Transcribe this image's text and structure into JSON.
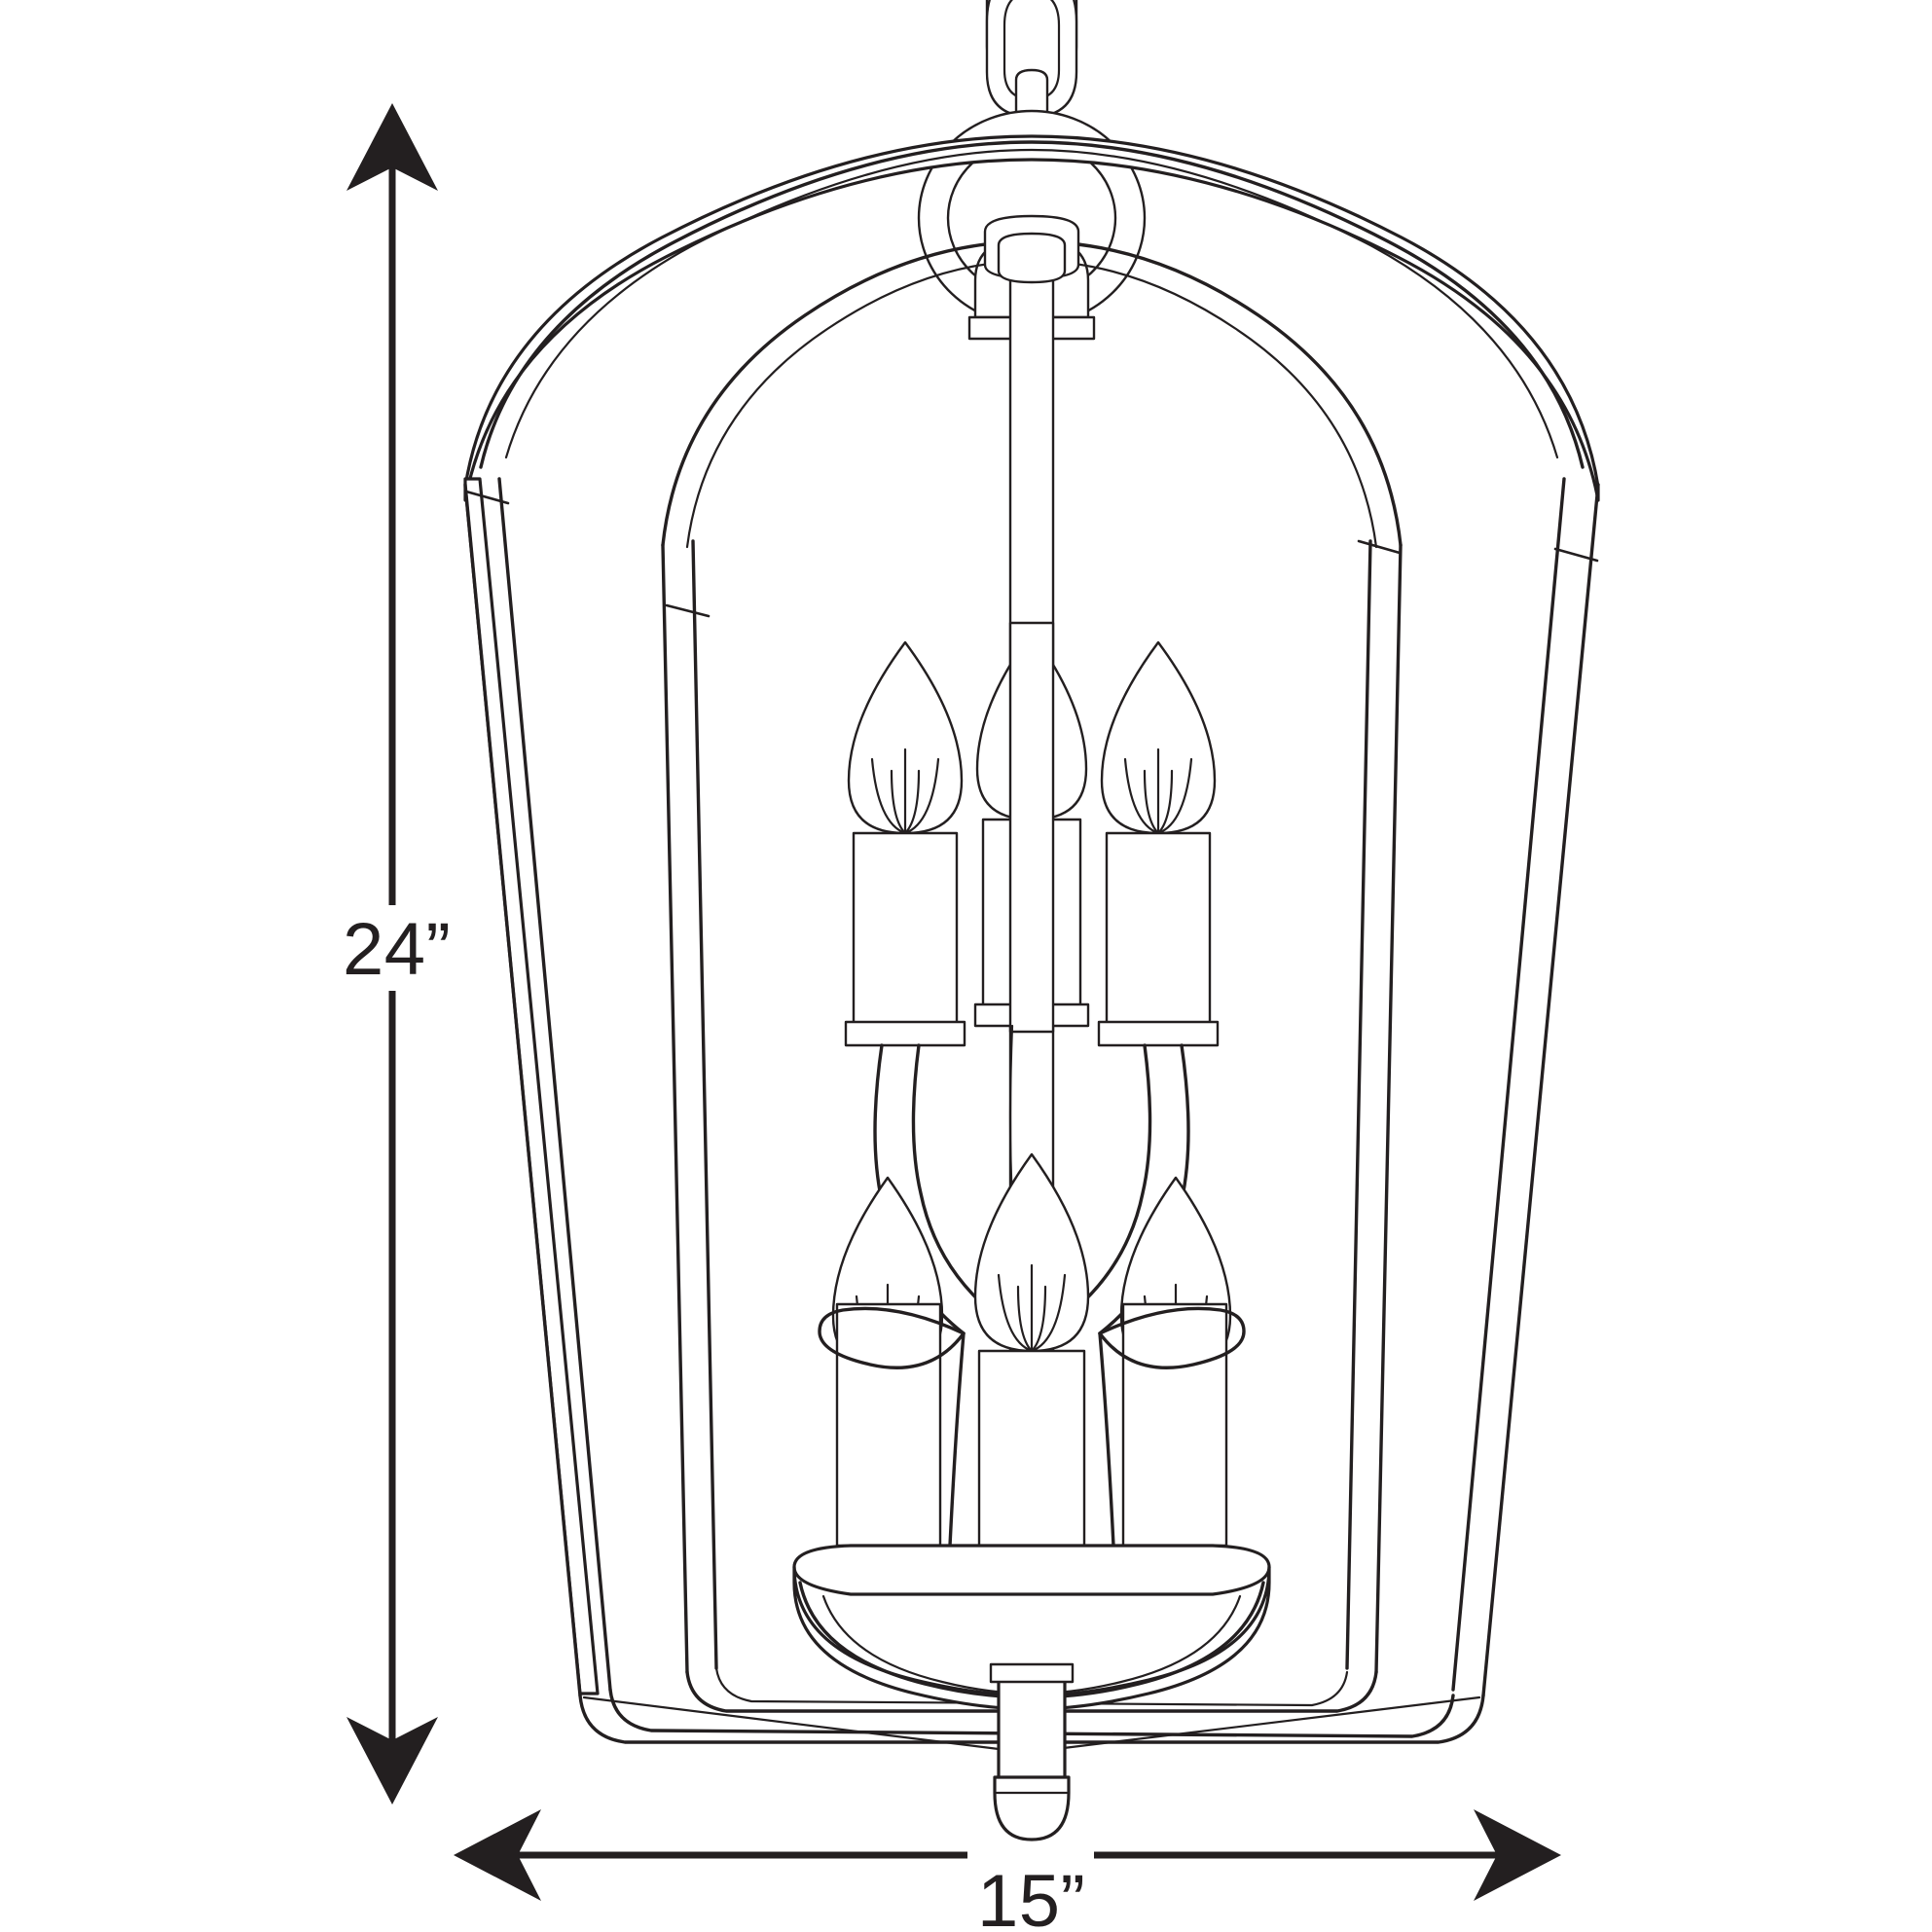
{
  "drawing": {
    "title": "Lantern Pendant Light Fixture Dimension Drawing",
    "subject": "six-light-lantern-pendant",
    "background_color": "#ffffff",
    "line_color": "#231f20",
    "dimension_color": "#231f20"
  },
  "dimensions": {
    "height": {
      "label": "24”",
      "value": 24,
      "unit": "inch",
      "orientation": "vertical",
      "arrow_style": "double-headed-swallowtail"
    },
    "width": {
      "label": "15”",
      "value": 15,
      "unit": "inch",
      "orientation": "horizontal",
      "arrow_style": "double-headed-swallowtail"
    }
  },
  "fixture": {
    "type": "lantern-pendant",
    "lamp_count": 6,
    "tiers": 2,
    "lamps_per_tier": 3,
    "bulb_style": "candelabra-flame",
    "frame_style": "tapered-faceted-cage",
    "top_style": "domed-ribbed",
    "suspension": "chain-and-loop",
    "finial": "ball"
  }
}
